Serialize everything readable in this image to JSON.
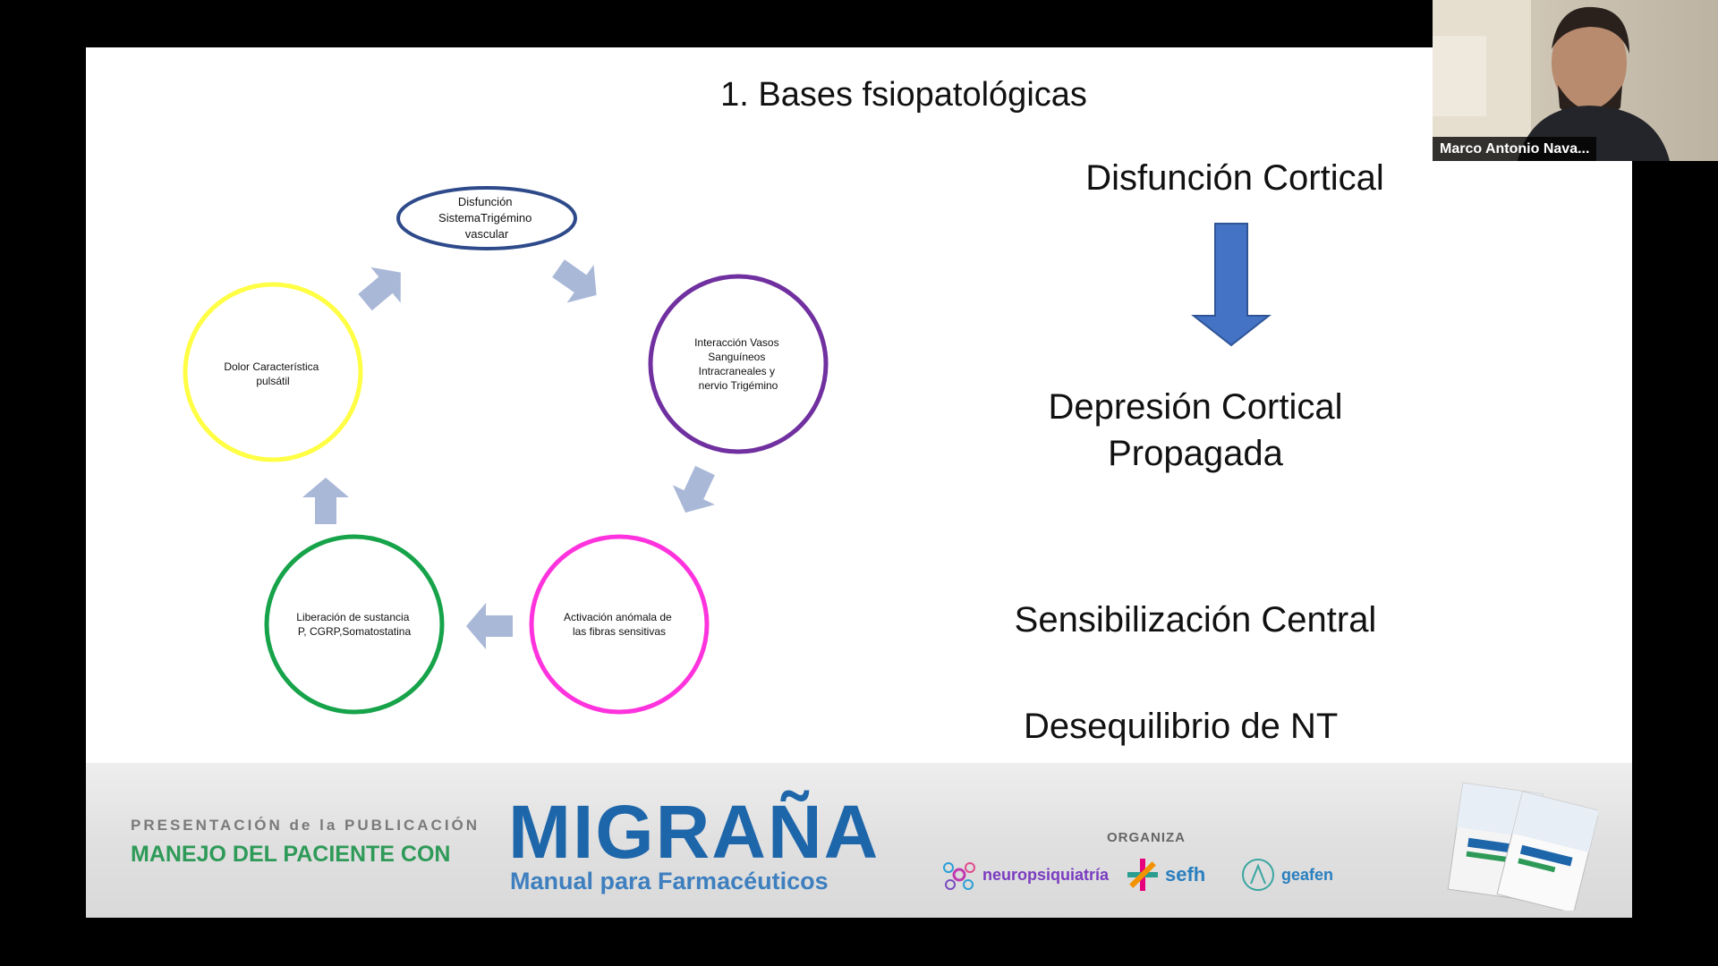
{
  "slide": {
    "title": "1. Bases fsiopatológicas",
    "cycle": {
      "top": [
        "Disfunción",
        "SistemaTrigémino",
        "vascular"
      ],
      "right": [
        "Interacción Vasos",
        "Sanguíneos",
        "Intracraneales  y",
        "nervio Trigémino"
      ],
      "bottom_right": [
        "Activación anómala de",
        "las fibras sensitivas"
      ],
      "bottom_left": [
        "Liberación de sustancia",
        "P, CGRP,Somatostatina"
      ],
      "left": [
        "Dolor Característica",
        "pulsátil"
      ]
    },
    "flow": {
      "item1": "Disfunción Cortical",
      "item2_line1": "Depresión Cortical",
      "item2_line2": "Propagada",
      "item3": "Sensibilización Central",
      "item4": "Desequilibrio de NT"
    },
    "colors": {
      "top_node": "#2e4a8a",
      "right_node": "#7030a0",
      "bottom_right_node": "#ff33dd",
      "bottom_left_node": "#16a34a",
      "left_node": "#ffff44",
      "cycle_arrows": "#aab8d8",
      "down_arrow": "#4472c4"
    }
  },
  "banner": {
    "subtitle": "PRESENTACIÓN de la PUBLICACIÓN",
    "title_prefix": "MANEJO DEL PACIENTE CON",
    "main_title": "MIGRAÑA",
    "manual": "Manual para Farmacéuticos",
    "organiza": "ORGANIZA",
    "org1": "neuropsiquiatría",
    "org2": "sefh",
    "org3": "geafen"
  },
  "webcam": {
    "participant_name": "Marco Antonio Nava..."
  }
}
